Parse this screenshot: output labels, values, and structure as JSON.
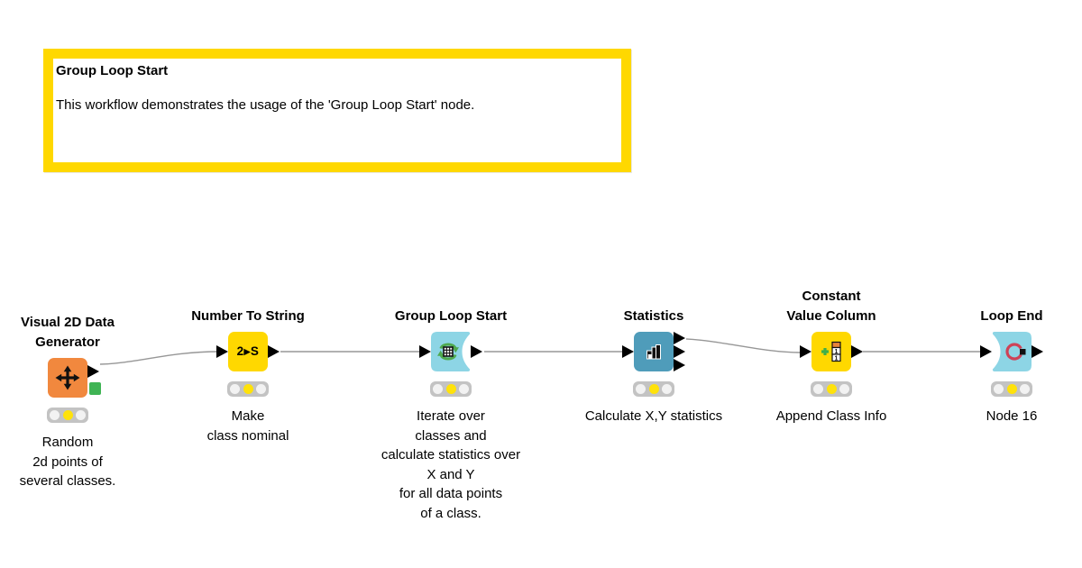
{
  "app": "KNIME workflow editor canvas",
  "annotation": {
    "title": "Group Loop Start",
    "text": "This workflow demonstrates the usage of the 'Group Loop Start' node.",
    "border_color": "#FFD800"
  },
  "colors": {
    "source_node_orange": "#F1883E",
    "manipulator_node_yellow": "#FFD800",
    "loop_node_cyan": "#8DD5E5",
    "statistics_node_blue": "#4F9CBA",
    "green_image_port": "#3FB454",
    "traffic_light_on_yellow": "#FFE20A",
    "wire_grey": "#979797"
  },
  "nodes": [
    {
      "id": "visual-2d-data-generator",
      "title": "Visual 2D Data\nGenerator",
      "label": "Random\n2d points of\nseveral classes.",
      "status": "configured",
      "ports_in": 0,
      "ports_out": 1,
      "has_green_square_port": true
    },
    {
      "id": "number-to-string",
      "title": "Number To String",
      "label": "Make\nclass nominal",
      "icon_text": "2▸S",
      "status": "configured",
      "ports_in": 1,
      "ports_out": 1
    },
    {
      "id": "group-loop-start",
      "title": "Group Loop Start",
      "label": "Iterate over\nclasses and\ncalculate statistics over\nX and Y\nfor all data points\nof a class.",
      "status": "configured",
      "ports_in": 1,
      "ports_out": 1
    },
    {
      "id": "statistics",
      "title": "Statistics",
      "label": "Calculate X,Y statistics",
      "status": "configured",
      "ports_in": 1,
      "ports_out": 3
    },
    {
      "id": "constant-value-column",
      "title": "Constant\nValue Column",
      "label": "Append Class Info",
      "icon_cells": [
        "1",
        "1"
      ],
      "status": "configured",
      "ports_in": 1,
      "ports_out": 1
    },
    {
      "id": "loop-end",
      "title": "Loop End",
      "label": "Node 16",
      "status": "configured",
      "ports_in": 1,
      "ports_out": 1
    }
  ]
}
